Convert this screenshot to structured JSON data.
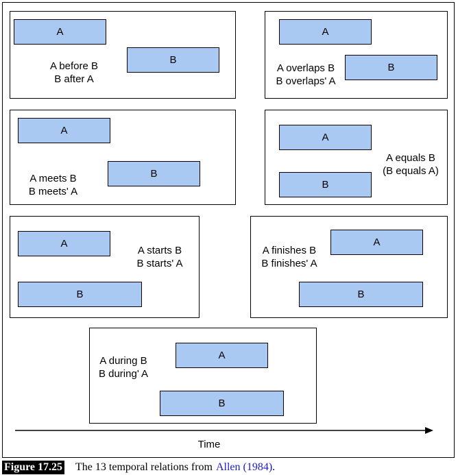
{
  "panels": {
    "before": {
      "a": "A",
      "b": "B",
      "line1": "A  before B",
      "line2": "B after  A"
    },
    "overlaps": {
      "a": "A",
      "b": "B",
      "line1": "A overlaps B",
      "line2": "B overlaps' A"
    },
    "meets": {
      "a": "A",
      "b": "B",
      "line1": "A meets B",
      "line2": "B meets' A"
    },
    "equals": {
      "a": "A",
      "b": "B",
      "line1": "A equals B",
      "line2": "(B equals A)"
    },
    "starts": {
      "a": "A",
      "b": "B",
      "line1": "A starts B",
      "line2": "B starts' A"
    },
    "finishes": {
      "a": "A",
      "b": "B",
      "line1": "A finishes B",
      "line2": "B finishes' A"
    },
    "during": {
      "a": "A",
      "b": "B",
      "line1": "A during B",
      "line2": "B during' A"
    }
  },
  "axis": {
    "label": "Time"
  },
  "caption": {
    "figure": "Figure 17.25",
    "text": "The 13 temporal relations from",
    "link": "Allen (1984)",
    "tail": "."
  },
  "colors": {
    "bar_fill": "#a9c9f2",
    "link": "#1a1acc"
  }
}
